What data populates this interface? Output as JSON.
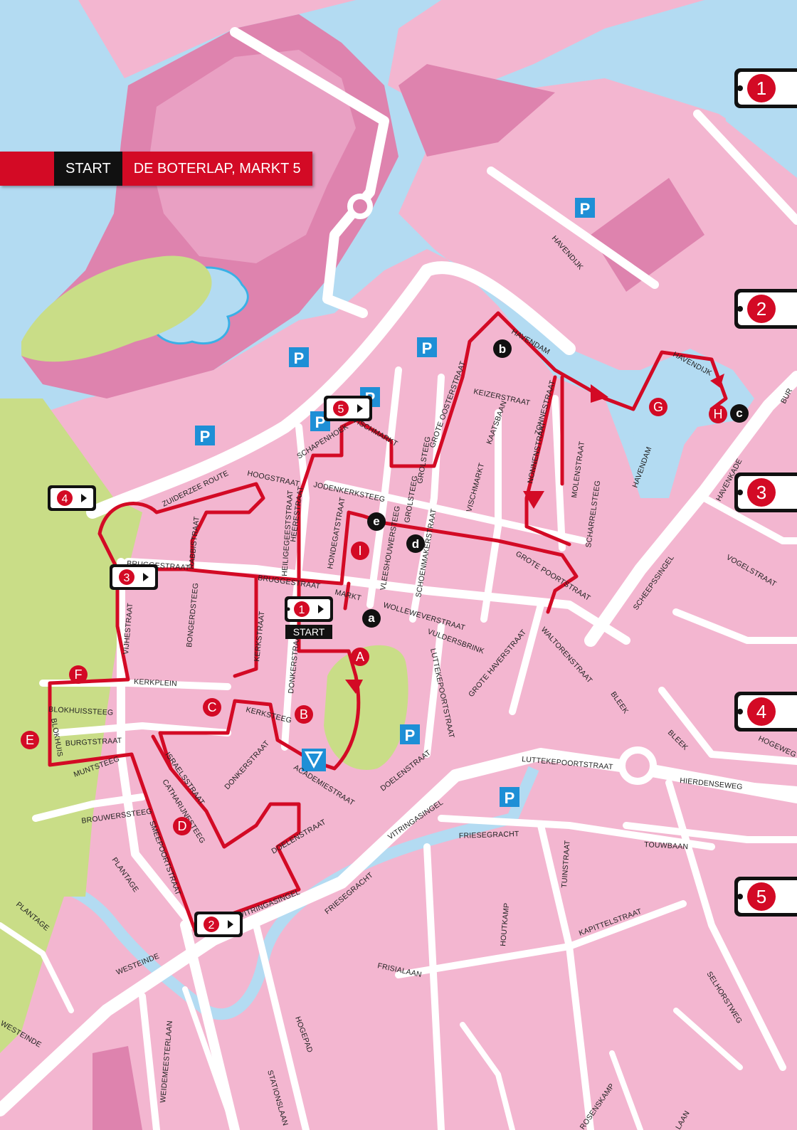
{
  "start_banner": {
    "start_label": "START",
    "address": "DE BOTERLAP, MARKT 5"
  },
  "start_marker_label": "START",
  "stops": [
    {
      "number": "1"
    },
    {
      "number": "2"
    },
    {
      "number": "3"
    },
    {
      "number": "4"
    },
    {
      "number": "5"
    }
  ],
  "route_points": [
    "A",
    "B",
    "C",
    "D",
    "E",
    "F",
    "G",
    "H",
    "I"
  ],
  "poi_points": [
    "a",
    "b",
    "c",
    "d",
    "e"
  ],
  "streets": {
    "havendijk": "HAVENDIJK",
    "havendam": "HAVENDAM",
    "havendijk2": "HAVENDIJK",
    "havendam2": "HAVENDAM",
    "havenkade": "HAVENKADE",
    "keizerstraat": "KEIZERSTRAAT",
    "zonnestraat": "ZONNESTRAAT",
    "nonnenstraat": "NONNENSTRAAT",
    "molenstraat": "MOLENSTRAAT",
    "kaatsbaan": "KAATSBAAN",
    "grootoosterstraat": "GROTE OOSTERSTRAAT",
    "vischmarkt": "VISCHMARKT",
    "vischmarkt2": "VISCHMARKT",
    "grolsteeg": "GROLSTEEG",
    "grolsteeg2": "GROLSTEEG",
    "jodenkerksteeg": "JODENKERKSTEEG",
    "schapenhoek": "SCHAPENHOEK",
    "hoogstraat": "HOOGSTRAAT",
    "zuiderzeeroute": "ZUIDERZEE ROUTE",
    "heerenstraat": "HEERESTRAAT",
    "heiligegeeststraat": "HEILIGEGEESTSTRAAT",
    "hondegatstraat": "HONDEGATSTRAAT",
    "vleeshouwersteeg": "VLEESHOUWERSTEEG",
    "schoenmakerstraat": "SCHOENMAKERSTRAAT",
    "scharrelsteeg": "SCHARRELSTEEG",
    "grotepoortstraat": "GROTE POORTSTRAAT",
    "scheepssingel": "SCHEEPSSINGEL",
    "vogelstraat": "VOGELSTRAAT",
    "waltorenstraat": "WALTORENSTRAAT",
    "bleek": "BLEEK",
    "bleek2": "BLEEK",
    "hogeweg": "HOGEWEG",
    "hierdenseweg": "HIERDENSEWEG",
    "touwbaan": "TOUWBAAN",
    "luttekepoortstraat": "LUTTEKEPOORTSTRAAT",
    "luttekepoortstraat2": "LUTTEKEPOORTSTRAAT",
    "grotehavenstraat": "GROTE HAVERSTRAAT",
    "vuldersbrink": "VULDERSBRINK",
    "wolleweverstraat": "WOLLEWEVERSTRAAT",
    "markt": "MARKT",
    "bruggestraat": "BRUGGESTRAAT",
    "bruggestraat2": "BRUGGESTRAAT",
    "rabbistraat": "RABBISTRAAT",
    "kerkstraat": "KERKSTRAAT",
    "bongerdsteeg": "BONGERDSTEEG",
    "donkerstraat": "DONKERSTRAAT",
    "donkerstraat2": "DONKERSTRAAT",
    "vijhestraat": "VIJHESTRAAT",
    "kerkplein": "KERKPLEIN",
    "kerksteeg": "KERKSTEEG",
    "blokhuissteeg": "BLOKHUISSTEEG",
    "blokhuis": "BLOKHUIS",
    "burgtstraat": "BURGTSTRAAT",
    "muntsteeg": "MUNTSTEEG",
    "israelsstraat": "ISRAELSSTRAAT",
    "catharijnesteeg": "CATHARIJNESTEEG",
    "academiestraat": "ACADEMIESTRAAT",
    "doelenstraat": "DOELENSTRAAT",
    "doelenstraat2": "DOELENSTRAAT",
    "brouwerssteeg": "BROUWERSSTEEG",
    "plantage": "PLANTAGE",
    "plantage2": "PLANTAGE",
    "smeepoortstraat": "SMEEPOORTSTRAAT",
    "vitringasingel": "VITRINGASINGEL",
    "vitringasingel2": "VITRINGASINGEL",
    "friesegracht": "FRIESEGRACHT",
    "friesegracht2": "FRIESEGRACHT",
    "westeinde": "WESTEINDE",
    "westeinde2": "WESTEINDE",
    "weidemeesterlaan": "WEIDEMEESTERLAAN",
    "hogepad": "HOGEPAD",
    "stationslaan": "STATIONSLAAN",
    "frisialaan": "FRISIALAAN",
    "houtkamp": "HOUTKAMP",
    "tuinstraat": "TUINSTRAAT",
    "kapittelstraat": "KAPITTELSTRAAT",
    "selhorstweg": "SELHORSTWEG",
    "rozenkamp": "ROSENSKAMP",
    "laan": "LAAN",
    "burg": "BUR"
  },
  "parking_label": "P",
  "colors": {
    "land": "#f3b6d0",
    "water": "#b3dbf2",
    "park": "#c9dd87",
    "dark_pink": "#de83ae",
    "route": "#d30a25",
    "road": "#ffffff",
    "parking": "#1e8fd6"
  }
}
